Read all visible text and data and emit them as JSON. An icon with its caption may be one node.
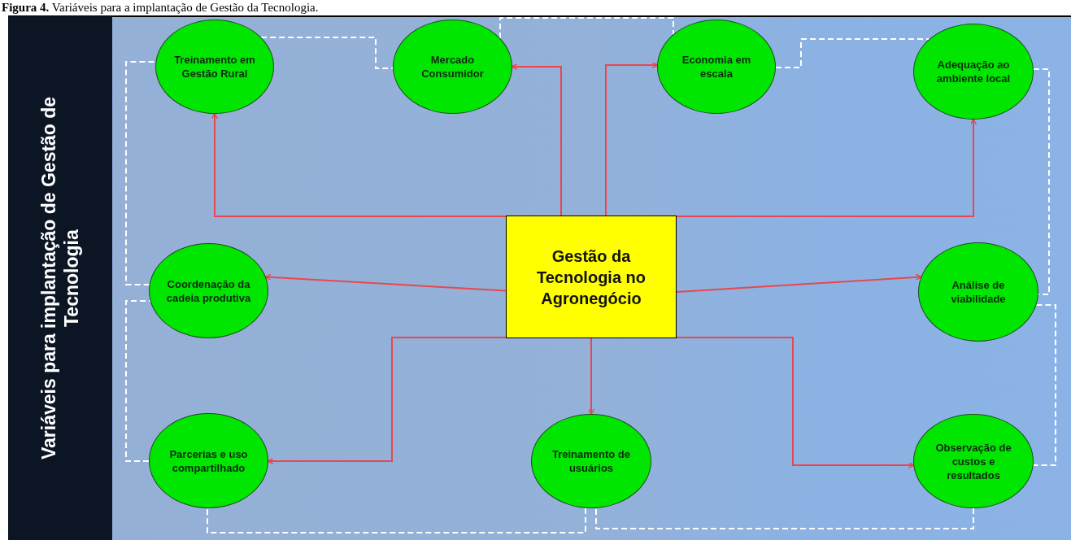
{
  "diagram": {
    "title": "**Figura 4.** Variáveis para a implantação de Gestão da Tecnologia.",
    "nodes": [
      {
        "text": [
          "Variáveis para implantação de Gestão de Tecnologia"
        ]
      },
      {
        "text": [
          "Gestão da Tecnologia no Agronegócio"
        ]
      },
      {
        "text": [
          "Treinamento em Gestão Rural"
        ]
      },
      {
        "text": [
          "Mercado Consumidor"
        ]
      },
      {
        "text": [
          "Economia em escala"
        ]
      },
      {
        "text": [
          "Adequação ao ambiente local"
        ]
      },
      {
        "text": [
          "Coordenação da cadeia produtiva"
        ]
      },
      {
        "text": [
          "Análise de viabilidade"
        ]
      },
      {
        "text": [
          "Parcerias e uso compartilhado"
        ]
      },
      {
        "text": [
          "Treinamento de usuários"
        ]
      },
      {
        "text": [
          "Observação de custos e resultados"
        ]
      }
    ],
    "edges": [
      {
        "from": 1,
        "to": 2,
        "arrow": "to"
      },
      {
        "from": 1,
        "to": 3,
        "arrow": "to"
      },
      {
        "from": 1,
        "to": 4,
        "arrow": "to"
      },
      {
        "from": 1,
        "to": 5,
        "arrow": "to"
      },
      {
        "from": 1,
        "to": 6,
        "arrow": "to"
      },
      {
        "from": 1,
        "to": 7,
        "arrow": "to"
      },
      {
        "from": 1,
        "to": 9,
        "arrow": "to"
      },
      {
        "from": 1,
        "to": 8,
        "arrow": "to"
      },
      {
        "from": 1,
        "to": 10,
        "arrow": "to"
      },
      {
        "from": 2,
        "to": 3,
        "arrow": "none",
        "style": "dashed",
        "color": "#ffffff"
      },
      {
        "from": 3,
        "to": 4,
        "arrow": "none",
        "style": "dashed",
        "color": "#ffffff"
      },
      {
        "from": 4,
        "to": 5,
        "arrow": "none",
        "style": "dashed",
        "color": "#ffffff"
      },
      {
        "from": 5,
        "to": 7,
        "arrow": "none",
        "style": "dashed",
        "color": "#ffffff"
      },
      {
        "from": 7,
        "to": 10,
        "arrow": "none",
        "style": "dashed",
        "color": "#ffffff"
      },
      {
        "from": 10,
        "to": 9,
        "arrow": "none",
        "style": "dashed",
        "color": "#ffffff"
      },
      {
        "from": 9,
        "to": 8,
        "arrow": "none",
        "style": "dashed",
        "color": "#ffffff"
      },
      {
        "from": 8,
        "to": 6,
        "arrow": "none",
        "style": "dashed",
        "color": "#ffffff"
      },
      {
        "from": 6,
        "to": 2,
        "arrow": "none",
        "style": "dashed",
        "color": "#ffffff"
      }
    ]
  }
}
